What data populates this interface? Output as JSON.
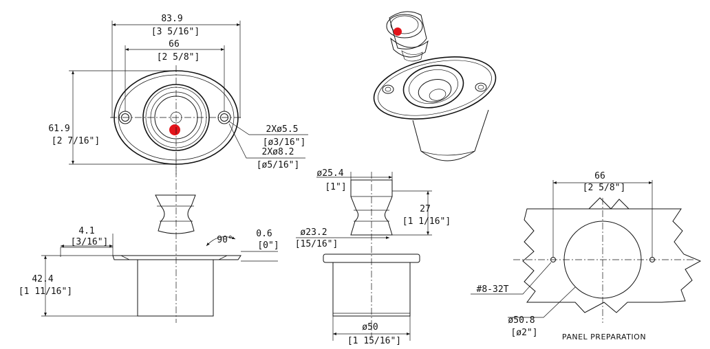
{
  "colors": {
    "line": "#111111",
    "marker_red": "#e3141b",
    "background": "#ffffff"
  },
  "icons": {
    "marker": "red-dot-marker"
  },
  "top_view": {
    "overall_width": "83.9",
    "overall_width_in": "[3 5/16\"]",
    "hole_spacing": "66",
    "hole_spacing_in": "[2 5/8\"]",
    "overall_height": "61.9",
    "overall_height_in": "[2 7/16\"]",
    "hole_dia": "2Xø5.5",
    "hole_dia_in": "[ø3/16\"]",
    "counterbore_dia": "2Xø8.2",
    "counterbore_dia_in": "[ø5/16\"]"
  },
  "side_view": {
    "flange_width": "4.1",
    "flange_width_in": "[3/16\"]",
    "angle": "90°",
    "thickness": "0.6",
    "thickness_in": "[0\"]",
    "body_height": "42.4",
    "body_height_in": "[1 11/16\"]"
  },
  "front_view": {
    "cap_dia": "ø25.4",
    "cap_dia_in": "[1\"]",
    "cap_height": "27",
    "cap_height_in": "[1 1/16\"]",
    "cap_neck_dia": "ø23.2",
    "cap_neck_dia_in": "[15/16\"]",
    "body_dia": "ø50",
    "body_dia_in": "[1 15/16\"]"
  },
  "panel_view": {
    "hole_spacing": "66",
    "hole_spacing_in": "[2 5/8\"]",
    "tap": "#8-32T",
    "cutout_dia": "ø50.8",
    "cutout_dia_in": "[ø2\"]",
    "caption": "PANEL PREPARATION"
  }
}
